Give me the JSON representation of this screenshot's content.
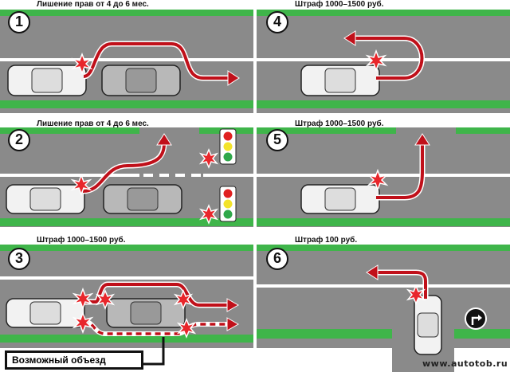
{
  "panels": [
    {
      "number": "1",
      "caption": "Лишение прав от 4 до 6 мес."
    },
    {
      "number": "2",
      "caption": "Лишение прав от 4 до 6 мес."
    },
    {
      "number": "3",
      "caption": "Штраф 1000–1500 руб."
    },
    {
      "number": "4",
      "caption": "Штраф 1000–1500 руб."
    },
    {
      "number": "5",
      "caption": "Штраф 1000–1500 руб."
    },
    {
      "number": "6",
      "caption": "Штраф 100 руб."
    }
  ],
  "detour_label": "Возможный объезд",
  "watermark": "www.autotob.ru",
  "colors": {
    "road": "#8a8a8a",
    "verge": "#3fb54a",
    "lane_line": "#ffffff",
    "arrow": "#c0101a",
    "car_body": "#f2f2f2",
    "car_grey": "#b8b8b8",
    "crash": "#e8262b"
  },
  "icons": [
    "car-icon",
    "crash-star-icon",
    "traffic-light-icon",
    "turn-right-sign-icon",
    "arrow-path-icon"
  ]
}
